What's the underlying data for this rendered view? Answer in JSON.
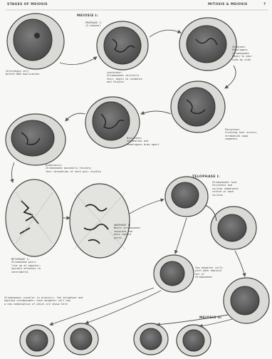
{
  "header": {
    "left": "STAGES OF MEIOSIS",
    "right": "MITOSIS & MEIOSIS",
    "page": "7"
  },
  "headings": {
    "meiosis1": "MEIOSIS I:",
    "meiosis2": "MEIOSIS II:",
    "telophase1": "TELOPHASE I:"
  },
  "labels": {
    "start": "Interphase cell\nbefore DNA duplication",
    "prophase1": "PROPHASE I:\n(5 phases)",
    "leptotene": "Leptotene:\nChromosomes initially\nthin, begin to condense\nand thicken",
    "zygotene": "Zygotene:\nHomologous\nchromosomes\nbegin to pair\nside by side",
    "pachytene": "Pachytene:\nCrossing over occurs;\nchromatids swap\nsegments",
    "diplotene": "Diplotene:\nChromatids and\nhomologues draw apart",
    "diakinesis": "Diakinesis:\nChromosomes maximally thicken;\nfour chromatids of each pair visible",
    "metaphase1": "METAPHASE I:\nChromosome pairs\nline up at equator;\nspindle attaches to\ncentromeres",
    "anaphase1": "ANAPHASE I:\nWhole chromosomes\nseparate and\nmove toward\npoles",
    "telophase1_desc": "Chromosomes lose\nthickness and\nnuclear membranes\nreform in each\nnucleus",
    "daughter": "Two daughter cells\nwith each haploid\nset of\nchromosomes",
    "summary": "Chromosomes (similar in mitosis): the telophase and\nhaploid chromosomes: each daughter cell has\na new combination of which are shown here"
  }
}
